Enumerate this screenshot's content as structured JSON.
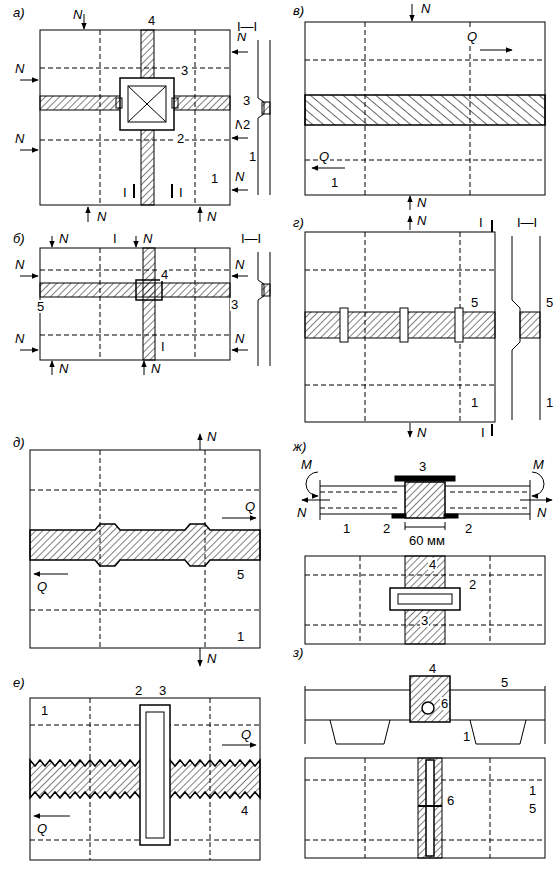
{
  "diagram": {
    "labels": [
      "а)",
      "N",
      "N",
      "N",
      "N",
      "N",
      "N",
      "N",
      "N",
      "4",
      "3",
      "2",
      "1",
      "I",
      "I",
      "I—I",
      "3",
      "2",
      "1",
      "б)",
      "N",
      "N",
      "N",
      "N",
      "N",
      "N",
      "N",
      "N",
      "I",
      "I",
      "I—I",
      "5",
      "4",
      "3",
      "в)",
      "N",
      "Q",
      "Q",
      "N",
      "1",
      "г)",
      "N",
      "I",
      "I—I",
      "5",
      "5",
      "1",
      "1",
      "N",
      "I",
      "д)",
      "N",
      "Q",
      "Q",
      "N",
      "5",
      "1",
      "е)",
      "1",
      "2",
      "3",
      "Q",
      "4",
      "Q",
      "ж)",
      "N",
      "M",
      "M",
      "N",
      "3",
      "2",
      "2",
      "1",
      "60 мм",
      "4",
      "2",
      "3",
      "з)",
      "4",
      "5",
      "6",
      "1",
      "6",
      "1",
      "5"
    ]
  }
}
